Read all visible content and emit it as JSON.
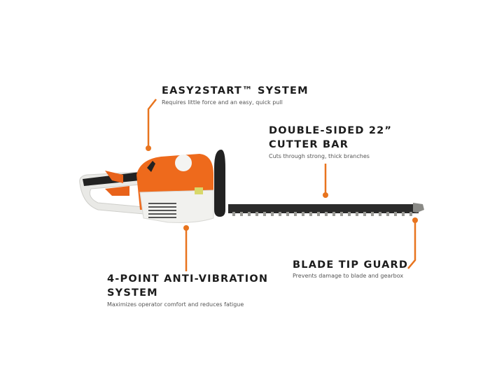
{
  "accent_color": "#e8741e",
  "callouts": [
    {
      "title": "EASY2START™ SYSTEM",
      "description": "Requires little force and an easy, quick pull"
    },
    {
      "title_line1": "DOUBLE-SIDED 22”",
      "title_line2": "CUTTER BAR",
      "description": "Cuts through strong, thick branches"
    },
    {
      "title_line1": "4-POINT ANTI-VIBRATION",
      "title_line2": "SYSTEM",
      "description": "Maximizes operator comfort and reduces fatigue"
    },
    {
      "title": "BLADE TIP GUARD",
      "description": "Prevents damage to blade and gearbox"
    }
  ]
}
